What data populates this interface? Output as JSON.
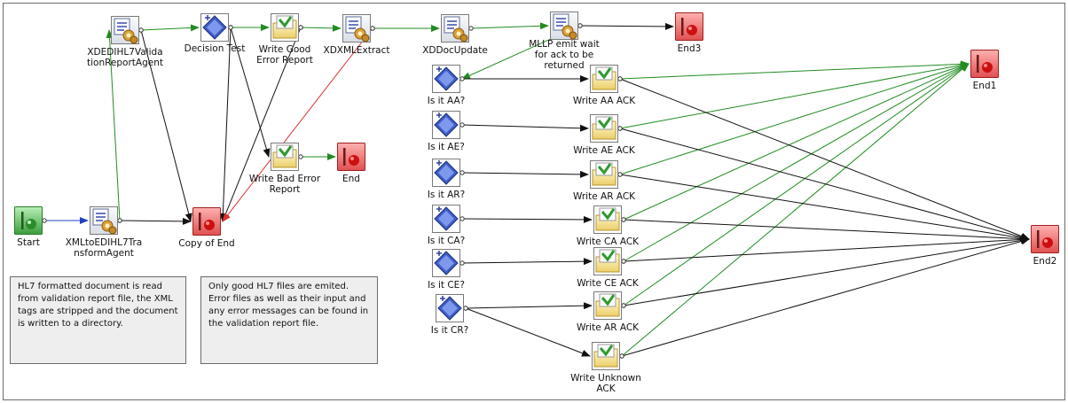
{
  "colors": {
    "green": "#228b22",
    "red": "#e03030",
    "blue": "#2040c0",
    "black": "#111111"
  },
  "nodes": [
    {
      "id": "start",
      "type": "start",
      "label": "Start"
    },
    {
      "id": "xml2edi",
      "type": "agent",
      "label": "XMLtoEDIHL7Tra\nnsformAgent"
    },
    {
      "id": "copyend",
      "type": "end",
      "label": "Copy of End"
    },
    {
      "id": "valagent",
      "type": "agent",
      "label": "XDEDIHL7Valida\ntionReportAgent"
    },
    {
      "id": "dectest",
      "type": "decision",
      "label": "Decision Test"
    },
    {
      "id": "wgood",
      "type": "write",
      "label": "Write Good\nError Report"
    },
    {
      "id": "xdxml",
      "type": "agent",
      "label": "XDXMLExtract"
    },
    {
      "id": "wbad",
      "type": "write",
      "label": "Write Bad Error\nReport"
    },
    {
      "id": "end",
      "type": "end",
      "label": "End"
    },
    {
      "id": "xddoc",
      "type": "agent",
      "label": "XDDocUpdate"
    },
    {
      "id": "mllp",
      "type": "agent",
      "label": "MLLP emit wait\nfor ack to be\nreturned"
    },
    {
      "id": "end3",
      "type": "end",
      "label": "End3"
    },
    {
      "id": "isaa",
      "type": "decision",
      "label": "Is it AA?"
    },
    {
      "id": "isae",
      "type": "decision",
      "label": "Is it AE?"
    },
    {
      "id": "isar",
      "type": "decision",
      "label": "Is it AR?"
    },
    {
      "id": "isca",
      "type": "decision",
      "label": "Is it CA?"
    },
    {
      "id": "isce",
      "type": "decision",
      "label": "Is it CE?"
    },
    {
      "id": "iscr",
      "type": "decision",
      "label": "Is it CR?"
    },
    {
      "id": "waa",
      "type": "write",
      "label": "Write AA ACK"
    },
    {
      "id": "wae",
      "type": "write",
      "label": "Write AE ACK"
    },
    {
      "id": "war",
      "type": "write",
      "label": "Write AR ACK"
    },
    {
      "id": "wca",
      "type": "write",
      "label": "Write CA ACK"
    },
    {
      "id": "wce",
      "type": "write",
      "label": "Write CE ACK"
    },
    {
      "id": "war2",
      "type": "write",
      "label": "Write AR ACK"
    },
    {
      "id": "wunk",
      "type": "write",
      "label": "Write Unknown\nACK"
    },
    {
      "id": "end1",
      "type": "end",
      "label": "End1"
    },
    {
      "id": "end2",
      "type": "end",
      "label": "End2"
    }
  ],
  "notes": [
    {
      "id": "note1",
      "text": "HL7 formatted document is read from validation report file, the XML tags are stripped and the document is written to a directory."
    },
    {
      "id": "note2",
      "text": "Only good HL7 files are emited. Error files as well as their input and any error messages can be found in the validation report file."
    }
  ],
  "edges": [
    {
      "from": "start",
      "to": "xml2edi",
      "color": "blue"
    },
    {
      "from": "xml2edi",
      "to": "copyend",
      "color": "black"
    },
    {
      "from": "xml2edi",
      "to": "valagent",
      "color": "green"
    },
    {
      "from": "valagent",
      "to": "dectest",
      "color": "green"
    },
    {
      "from": "valagent",
      "to": "copyend",
      "color": "black"
    },
    {
      "from": "dectest",
      "to": "wgood",
      "color": "green"
    },
    {
      "from": "dectest",
      "to": "wbad",
      "color": "black"
    },
    {
      "from": "dectest",
      "to": "copyend",
      "color": "black"
    },
    {
      "from": "wgood",
      "to": "xdxml",
      "color": "green"
    },
    {
      "from": "wgood",
      "to": "copyend",
      "color": "black"
    },
    {
      "from": "xdxml",
      "to": "xddoc",
      "color": "green"
    },
    {
      "from": "xdxml",
      "to": "copyend",
      "color": "red"
    },
    {
      "from": "wbad",
      "to": "end",
      "color": "green"
    },
    {
      "from": "xddoc",
      "to": "mllp",
      "color": "green"
    },
    {
      "from": "mllp",
      "to": "end3",
      "color": "black"
    },
    {
      "from": "mllp",
      "to": "isaa",
      "color": "green"
    },
    {
      "from": "isaa",
      "to": "waa",
      "color": "black"
    },
    {
      "from": "isae",
      "to": "wae",
      "color": "black"
    },
    {
      "from": "isar",
      "to": "war",
      "color": "black"
    },
    {
      "from": "isca",
      "to": "wca",
      "color": "black"
    },
    {
      "from": "isce",
      "to": "wce",
      "color": "black"
    },
    {
      "from": "iscr",
      "to": "war2",
      "color": "black"
    },
    {
      "from": "iscr",
      "to": "wunk",
      "color": "black"
    },
    {
      "from": "waa",
      "to": "end1",
      "color": "green"
    },
    {
      "from": "wae",
      "to": "end1",
      "color": "green"
    },
    {
      "from": "war",
      "to": "end1",
      "color": "green"
    },
    {
      "from": "wca",
      "to": "end1",
      "color": "green"
    },
    {
      "from": "wce",
      "to": "end1",
      "color": "green"
    },
    {
      "from": "war2",
      "to": "end1",
      "color": "green"
    },
    {
      "from": "wunk",
      "to": "end1",
      "color": "green"
    },
    {
      "from": "waa",
      "to": "end2",
      "color": "black"
    },
    {
      "from": "wae",
      "to": "end2",
      "color": "black"
    },
    {
      "from": "war",
      "to": "end2",
      "color": "black"
    },
    {
      "from": "wca",
      "to": "end2",
      "color": "black"
    },
    {
      "from": "wce",
      "to": "end2",
      "color": "black"
    },
    {
      "from": "war2",
      "to": "end2",
      "color": "black"
    },
    {
      "from": "wunk",
      "to": "end2",
      "color": "black"
    }
  ]
}
